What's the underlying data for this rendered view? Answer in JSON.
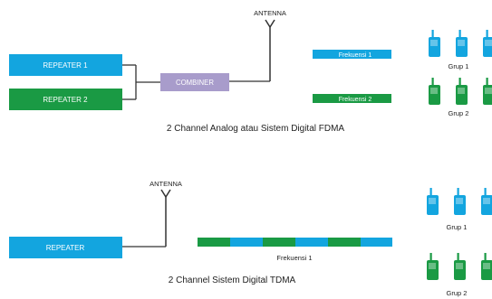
{
  "top": {
    "antenna_label": "ANTENNA",
    "repeater1": "REPEATER 1",
    "repeater2": "REPEATER 2",
    "combiner": "COMBINER",
    "freq1": "Frekuensi 1",
    "freq2": "Frekuensi 2",
    "group1": "Grup 1",
    "group2": "Grup 2",
    "caption": "2 Channel Analog atau Sistem Digital FDMA"
  },
  "bottom": {
    "antenna_label": "ANTENNA",
    "repeater": "REPEATER",
    "freq1": "Frekuensi 1",
    "group1": "Grup 1",
    "group2": "Grup 2",
    "caption": "2 Channel Sistem Digital TDMA"
  },
  "colors": {
    "blue": "#13a5df",
    "green": "#1a9a44",
    "combiner": "#a89ccb",
    "line": "#333333"
  }
}
